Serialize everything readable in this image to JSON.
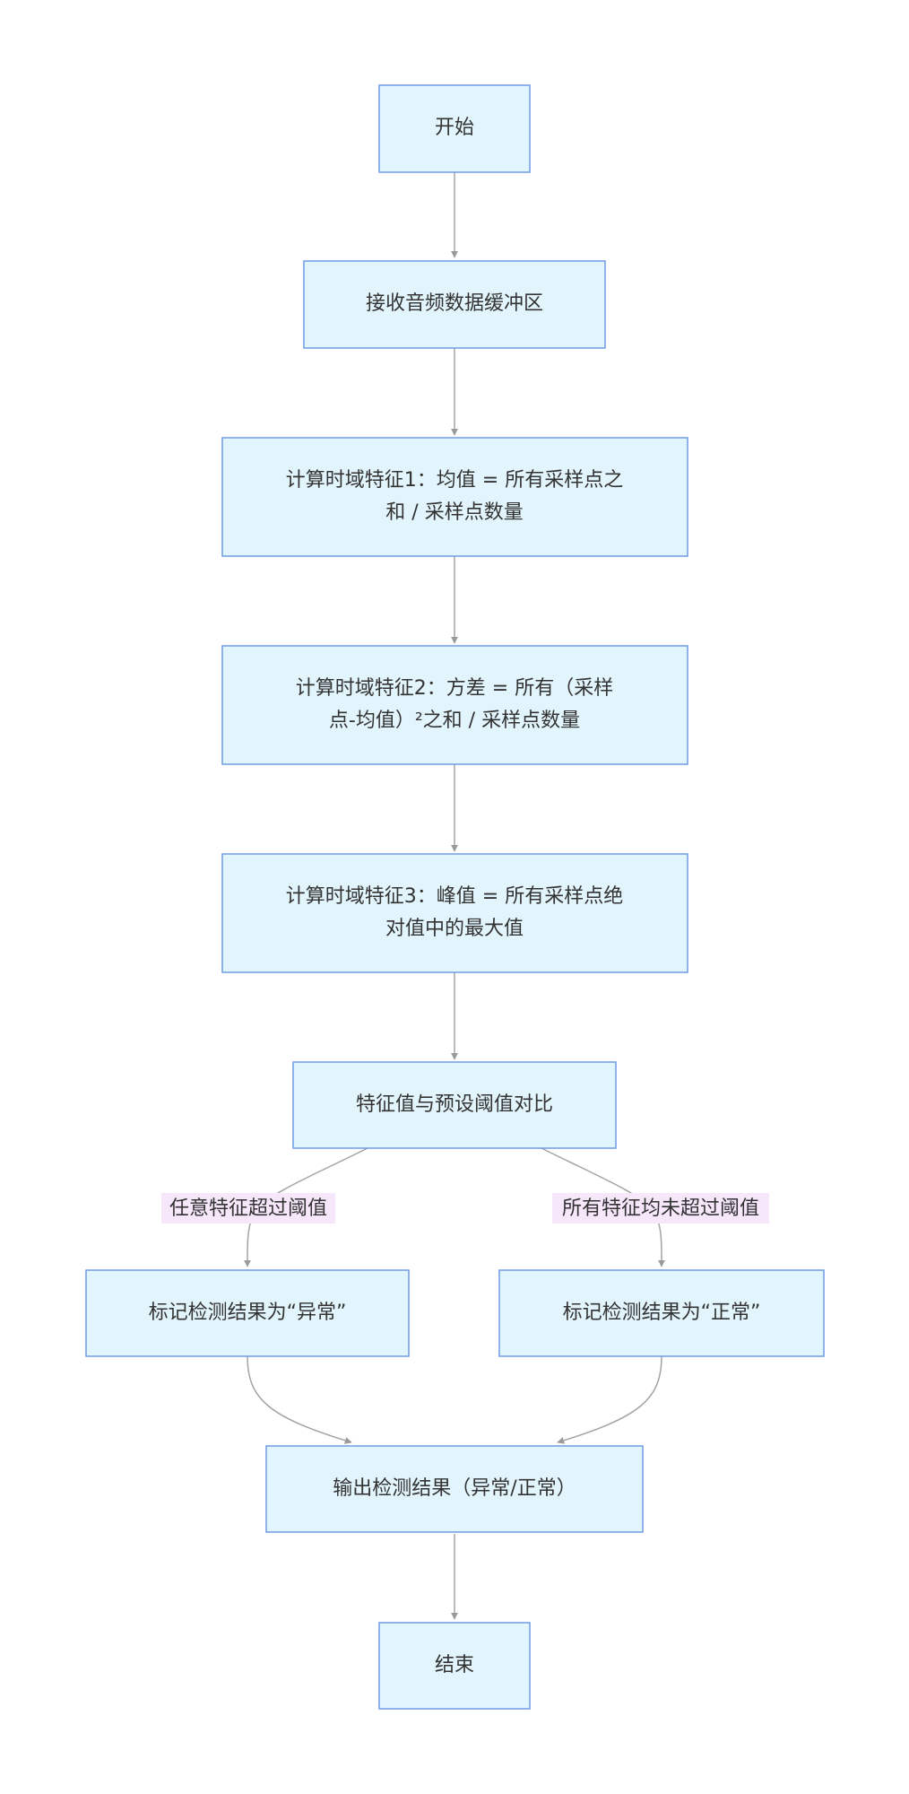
{
  "nodes": {
    "start": "开始",
    "receive": "接收音频数据缓冲区",
    "feature1_line1": "计算时域特征1：均值 = 所有采样点之",
    "feature1_line2": "和 / 采样点数量",
    "feature2_line1": "计算时域特征2：方差 = 所有（采样",
    "feature2_line2": "点-均值）²之和 / 采样点数量",
    "feature3_line1": "计算时域特征3：峰值 = 所有采样点绝",
    "feature3_line2": "对值中的最大值",
    "compare": "特征值与预设阈值对比",
    "mark_abnormal": "标记检测结果为“异常”",
    "mark_normal": "标记检测结果为“正常”",
    "output": "输出检测结果（异常/正常）",
    "end": "结束"
  },
  "edge_labels": {
    "exceed": "任意特征超过阈值",
    "not_exceed": "所有特征均未超过阈值"
  },
  "colors": {
    "node_fill": "#e3f5fc",
    "node_stroke": "#6f9be3",
    "edge": "#a3a3a3",
    "label_bg": "#f6e7fb",
    "text": "#333333"
  }
}
